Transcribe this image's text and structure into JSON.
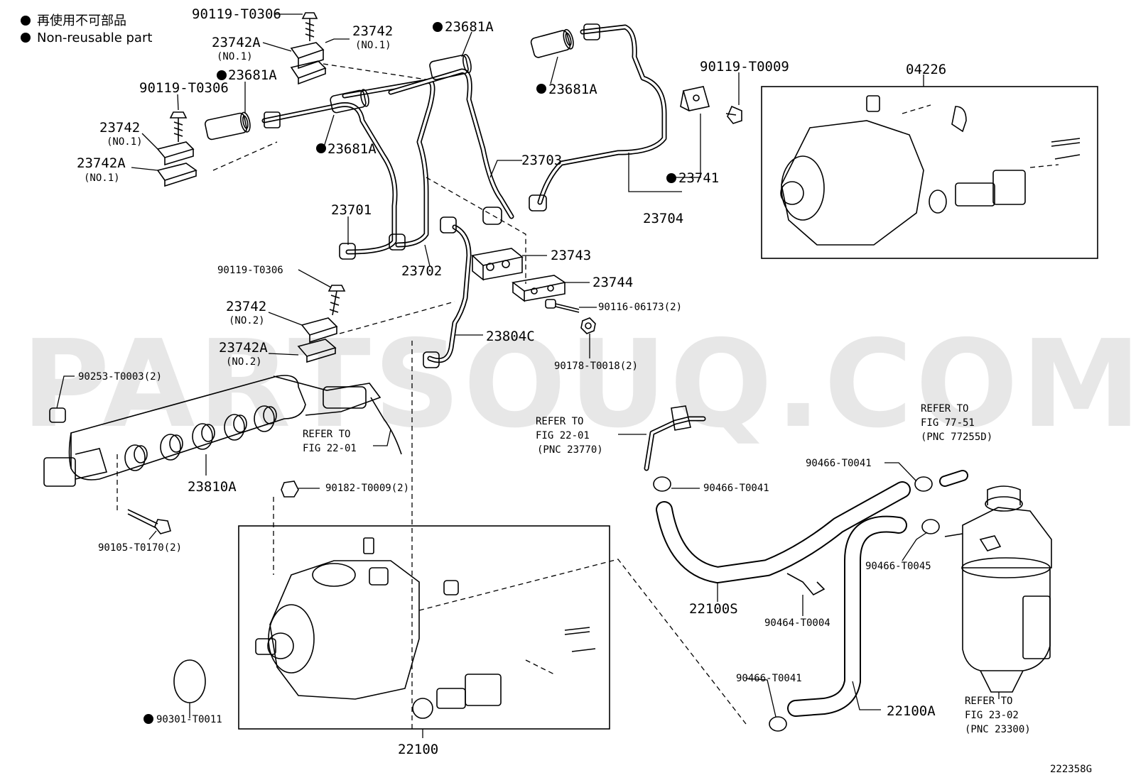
{
  "legend": {
    "jp": "再使用不可部品",
    "en": "Non-reusable part"
  },
  "watermark": "PARTSOUQ.COM",
  "figure_code": "222358G",
  "labels": {
    "l_90119_t0306_a": "90119-T0306",
    "l_23742a_no1_a": "23742A",
    "l_23742a_no1_a_sub": "(NO.1)",
    "l_23742_no1_a": "23742",
    "l_23742_no1_a_sub": "(NO.1)",
    "l_23681a_a": "23681A",
    "l_23681a_b": "23681A",
    "l_23681a_c": "23681A",
    "l_23681a_d": "23681A",
    "l_90119_t0306_b": "90119-T0306",
    "l_23742_no1_b": "23742",
    "l_23742_no1_b_sub": "(NO.1)",
    "l_23742a_no1_b": "23742A",
    "l_23742a_no1_b_sub": "(NO.1)",
    "l_23703": "23703",
    "l_23701": "23701",
    "l_23702": "23702",
    "l_90119_t0009": "90119-T0009",
    "l_23741": "23741",
    "l_23704": "23704",
    "l_04226": "04226",
    "l_23743": "23743",
    "l_23744": "23744",
    "l_90116": "90116-06173(2)",
    "l_90178": "90178-T0018(2)",
    "l_90119_t0306_c": "90119-T0306",
    "l_23742_no2": "23742",
    "l_23742_no2_sub": "(NO.2)",
    "l_23742a_no2": "23742A",
    "l_23742a_no2_sub": "(NO.2)",
    "l_23804c": "23804C",
    "l_90253": "90253-T0003(2)",
    "l_refer_2201_a1": "REFER TO",
    "l_refer_2201_a2": "FIG 22-01",
    "l_23810a": "23810A",
    "l_refer_2201_b1": "REFER TO",
    "l_refer_2201_b2": "FIG 22-01",
    "l_refer_2201_b3": "(PNC 23770)",
    "l_refer_7751_1": "REFER TO",
    "l_refer_7751_2": "FIG 77-51",
    "l_refer_7751_3": "(PNC 77255D)",
    "l_90466_t0041_a": "90466-T0041",
    "l_90466_t0041_b": "90466-T0041",
    "l_90182": "90182-T0009(2)",
    "l_90105": "90105-T0170(2)",
    "l_90466_t0045": "90466-T0045",
    "l_22100s": "22100S",
    "l_90464": "90464-T0004",
    "l_90466_t0041_c": "90466-T0041",
    "l_90301": "90301-T0011",
    "l_22100a": "22100A",
    "l_refer_2302_1": "REFER TO",
    "l_refer_2302_2": "FIG 23-02",
    "l_refer_2302_3": "(PNC 23300)",
    "l_22100": "22100"
  }
}
